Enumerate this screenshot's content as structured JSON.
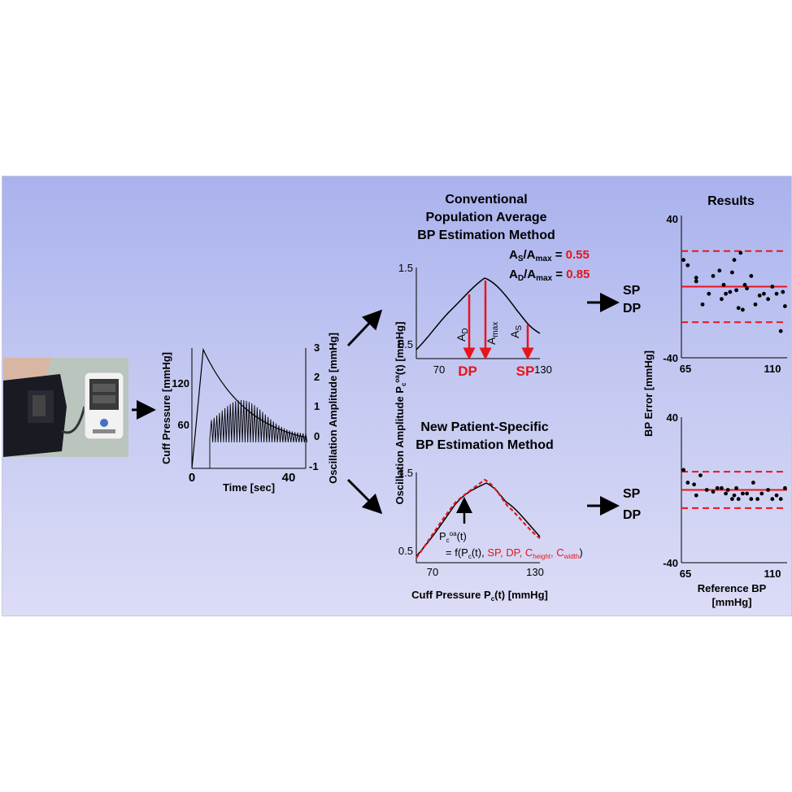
{
  "colors": {
    "red": "#e8141b",
    "black": "#000000"
  },
  "cuff_chart": {
    "ylabel_left": "Cuff Pressure [mmHg]",
    "ylabel_right": "Oscillation Amplitude [mmHg]",
    "xlabel": "Time [sec]",
    "x_ticks": [
      "0",
      "40"
    ],
    "y_ticks_left": [
      "120",
      "60"
    ],
    "y_ticks_right": [
      "3",
      "2",
      "1",
      "0",
      "-1"
    ]
  },
  "conventional": {
    "title_lines": [
      "Conventional",
      "Population Average",
      "BP Estimation Method"
    ],
    "ratio_s_label": "A",
    "ratio_s_sub": "S",
    "ratio_max_label": "/A",
    "ratio_max_sub": "max",
    "ratio_s_eq": " = ",
    "ratio_s_value": "0.55",
    "ratio_d_label": "A",
    "ratio_d_sub": "D",
    "ratio_d_value": "0.85",
    "y_ticks": [
      "1.5",
      "0.5"
    ],
    "x_ticks": [
      "70",
      "130"
    ],
    "dp_label": "DP",
    "sp_label": "SP",
    "arrow_ad": "A",
    "arrow_ad_sub": "D",
    "arrow_amax": "A",
    "arrow_amax_sub": "max",
    "arrow_as": "A",
    "arrow_as_sub": "S"
  },
  "shared_ylabel": "Oscillation Amplitude P",
  "shared_ylabel_sub": "c",
  "shared_ylabel_sup": "oa",
  "shared_ylabel_tail": "(t) [mmHg]",
  "patient_specific": {
    "title_lines": [
      "New Patient-Specific",
      "BP Estimation Method"
    ],
    "y_ticks": [
      "1.5",
      "0.5"
    ],
    "x_ticks": [
      "70",
      "130"
    ],
    "xlabel": "Cuff Pressure P",
    "xlabel_sub": "c",
    "xlabel_tail": "(t) [mmHg]",
    "formula_line1": "P",
    "formula_line1_sub": "c",
    "formula_line1_sup": "oa",
    "formula_line1_tail": "(t)",
    "formula_prefix": "= f(P",
    "formula_prefix_sub": "c",
    "formula_prefix_tail": "(t), ",
    "formula_params": "SP, DP, C",
    "formula_height_sub": "height",
    "formula_comma": ", C",
    "formula_width_sub": "width",
    "formula_close": ")"
  },
  "outputs": {
    "top": [
      "SP",
      "DP"
    ],
    "bottom": [
      "SP",
      "DP"
    ]
  },
  "results": {
    "title": "Results",
    "ylabel": "BP Error [mmHg]",
    "xlabel": "Reference BP",
    "xlabel_unit": "[mmHg]",
    "top": {
      "y_ticks": [
        "40",
        "-40"
      ],
      "x_ticks": [
        "65",
        "110"
      ]
    },
    "bottom": {
      "y_ticks": [
        "40",
        "-40"
      ],
      "x_ticks": [
        "65",
        "110"
      ]
    }
  },
  "chart_data": [
    {
      "type": "scatter",
      "title": "",
      "xlabel": "",
      "ylabel": "BP Error [mmHg]",
      "xlim": [
        65,
        115
      ],
      "ylim": [
        -40,
        40
      ],
      "mean": 0,
      "limits": [
        -20,
        20
      ],
      "x": [
        66,
        68,
        72,
        72,
        75,
        78,
        80,
        83,
        84,
        85,
        86,
        88,
        89,
        90,
        91,
        92,
        93,
        94,
        95,
        96,
        98,
        100,
        102,
        104,
        106,
        108,
        110,
        112,
        113,
        114
      ],
      "y": [
        15,
        12,
        3,
        5,
        -10,
        -4,
        6,
        9,
        -7,
        1,
        -4,
        -3,
        8,
        15,
        -2,
        -12,
        19,
        -13,
        1,
        -1,
        6,
        -10,
        -5,
        -4,
        -7,
        0,
        -4,
        -25,
        -3,
        -11
      ]
    },
    {
      "type": "scatter",
      "title": "",
      "xlabel": "Reference BP [mmHg]",
      "ylabel": "",
      "xlim": [
        65,
        115
      ],
      "ylim": [
        -40,
        40
      ],
      "mean": 0,
      "limits": [
        -10,
        10
      ],
      "x": [
        66,
        68,
        71,
        72,
        74,
        77,
        80,
        82,
        84,
        86,
        87,
        89,
        90,
        91,
        92,
        94,
        96,
        98,
        99,
        101,
        103,
        106,
        108,
        110,
        112,
        114
      ],
      "y": [
        11,
        4,
        3,
        -3,
        8,
        0,
        -1,
        1,
        1,
        -2,
        0,
        -5,
        -3,
        1,
        -5,
        -2,
        -2,
        -5,
        4,
        -5,
        -2,
        0,
        -5,
        -3,
        -5,
        1
      ]
    }
  ]
}
